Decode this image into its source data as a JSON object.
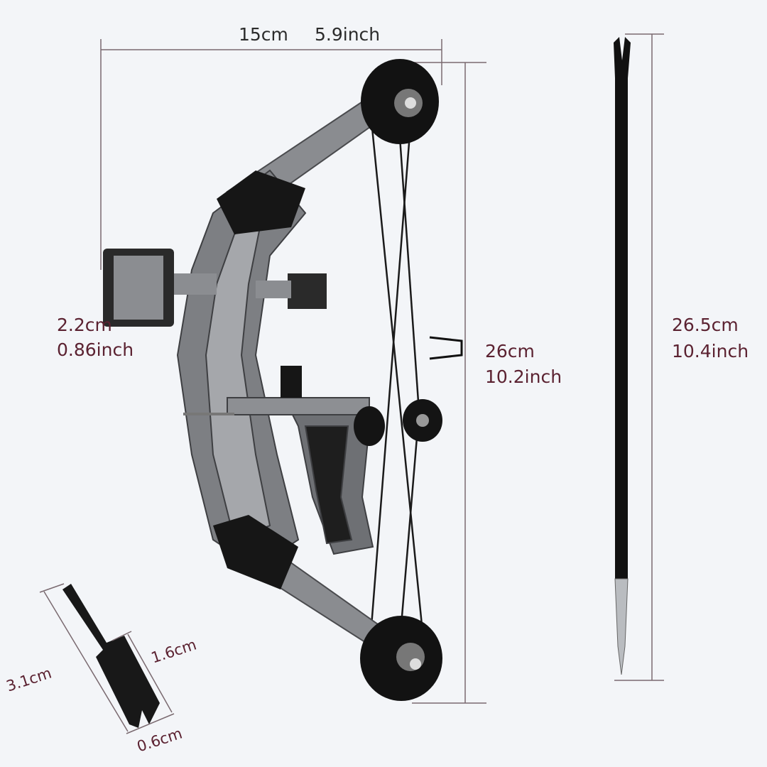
{
  "dimensions": {
    "bow_width_cm": "15cm",
    "bow_width_inch": "5.9inch",
    "sight_cm": "2.2cm",
    "sight_inch": "0.86inch",
    "bow_height_cm": "26cm",
    "bow_height_inch": "10.2inch",
    "arrow_length_cm": "26.5cm",
    "arrow_length_inch": "10.4inch",
    "nock_length": "3.1cm",
    "nock_slot_length": "1.6cm",
    "nock_width": "0.6cm"
  },
  "colors": {
    "background": "#f3f5f8",
    "label": "#5b2231",
    "dimension_line": "#6a5a60",
    "bow_frame": "#7d7f83",
    "black_parts": "#1a1a1a"
  }
}
